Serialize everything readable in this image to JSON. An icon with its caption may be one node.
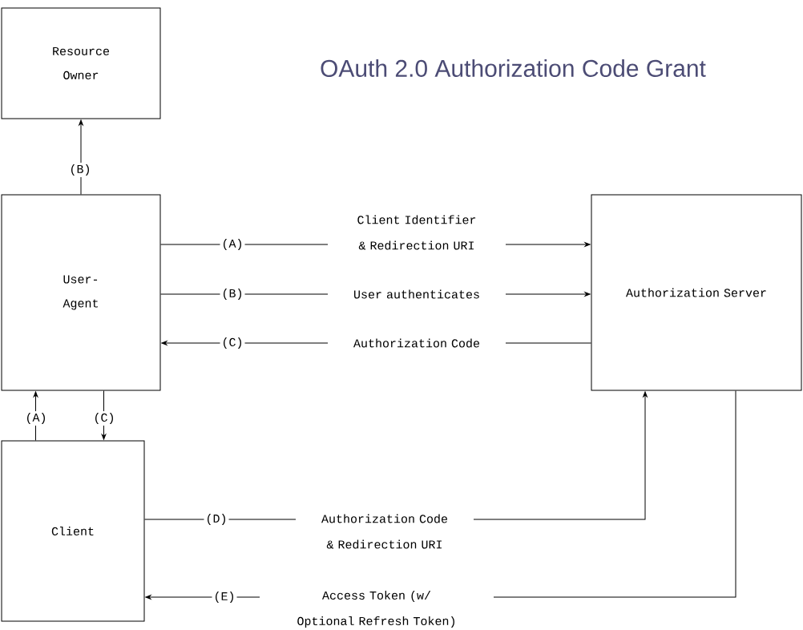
{
  "diagram": {
    "title": "OAuth 2.0 Authorization Code Grant",
    "nodes": [
      {
        "text": [
          "Resource Owner"
        ]
      },
      {
        "text": [
          "User- Agent"
        ]
      },
      {
        "text": [
          "Authorization Server"
        ]
      },
      {
        "text": [
          "Client"
        ]
      }
    ],
    "edges": [
      {
        "from": 1,
        "to": 0,
        "arrow": "to",
        "label": "(B)"
      },
      {
        "from": 1,
        "to": 2,
        "arrow": "to",
        "label": "(A)"
      },
      {
        "from": 1,
        "to": 2,
        "arrow": "to",
        "label": "(B)"
      },
      {
        "from": 2,
        "to": 1,
        "arrow": "to",
        "label": "(C)"
      },
      {
        "from": 3,
        "to": 1,
        "arrow": "to",
        "label": "(A)"
      },
      {
        "from": 1,
        "to": 3,
        "arrow": "to",
        "label": "(C)"
      },
      {
        "from": 3,
        "to": 2,
        "arrow": "to",
        "label": "(D)"
      },
      {
        "from": 2,
        "to": 3,
        "arrow": "to",
        "label": "(E)"
      }
    ],
    "labels": [
      "Client Identifier & Redirection URI",
      "User authenticates",
      "Authorization Code",
      "Authorization Code & Redirection URI",
      "Access Token (w/ Optional Refresh Token)"
    ]
  }
}
